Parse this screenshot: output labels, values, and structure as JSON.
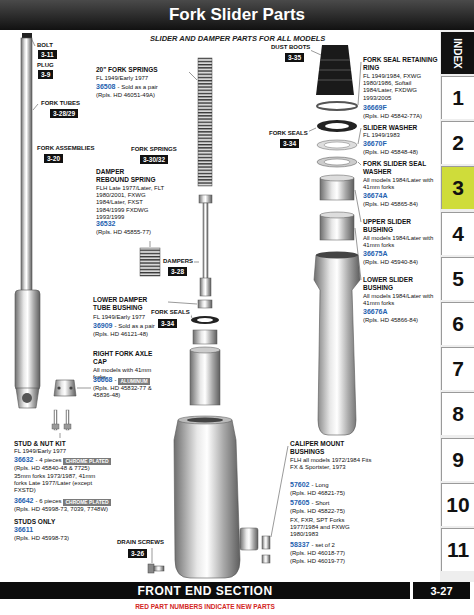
{
  "diagram": {
    "title": "Fork Slider Parts",
    "nodes": [
      {
        "text": [
          "3-11"
        ]
      },
      {
        "text": [
          "3-9"
        ]
      },
      {
        "text": [
          "3-28/29"
        ]
      },
      {
        "text": [
          "3-20"
        ]
      },
      {
        "text": [
          "3-30/32"
        ]
      },
      {
        "text": [
          "3-28"
        ]
      },
      {
        "text": [
          "3-34"
        ]
      },
      {
        "text": [
          "3-26"
        ]
      },
      {
        "text": [
          "3-35"
        ]
      },
      {
        "text": [
          "3-34"
        ]
      },
      {
        "text": [
          "INDEX"
        ]
      },
      {
        "text": [
          "1"
        ]
      },
      {
        "text": [
          "2"
        ]
      },
      {
        "text": [
          "3"
        ]
      },
      {
        "text": [
          "4"
        ]
      },
      {
        "text": [
          "5"
        ]
      },
      {
        "text": [
          "6"
        ]
      },
      {
        "text": [
          "7"
        ]
      },
      {
        "text": [
          "8"
        ]
      },
      {
        "text": [
          "9"
        ]
      },
      {
        "text": [
          "10"
        ]
      },
      {
        "text": [
          "11"
        ]
      },
      {
        "text": [
          "FRONT END SECTION"
        ]
      },
      {
        "text": [
          "3-27"
        ]
      }
    ],
    "labels": [
      "SLIDER AND DAMPER PARTS FOR ALL MODELS",
      "BOLT",
      "PLUG",
      "FORK TUBES",
      "FORK ASSEMBLIES",
      "20\" FORK SPRINGS",
      "FL 1949/Early 1977",
      "36508",
      "- Sold as a pair",
      "(Rpls. HD 46051-49A)",
      "FORK SPRINGS",
      "DAMPER REBOUND SPRING",
      "FLH Late 1977/Later, FLT 1980/2001, FXWG 1984/Later, FXST 1984/1999 FXDWG 1993/1999",
      "36532",
      "(Rpls. HD 45855-77)",
      "DAMPERS",
      "LOWER DAMPER TUBE BUSHING",
      "FL 1949/Early 1977",
      "36909",
      "- Sold as a pair",
      "(Rpls. HD 46121-48)",
      "FORK SEALS",
      "RIGHT FORK AXLE CAP",
      "All models with 41mm forks.",
      "36668",
      "-",
      "ALUMINUM",
      "(Rpls. HD 45832-77 & 45836-48)",
      "STUD & NUT KIT",
      "FL 1949/Early 1977",
      "36632",
      "- 4 pieces",
      "CHROME PLATED",
      "(Rpls. HD 45840-48 & 7725)",
      "35mm forks 1973/1987, 41mm forks Late 1977/Later (except FXSTD)",
      "36642",
      "- 6 pieces",
      "CHROME PLATED",
      "(Rpls. HD 45998-73, 7039, 7748W)",
      "STUDS ONLY",
      "36611",
      "(Rpls. HD 45998-73)",
      "DRAIN SCREWS",
      "DUST BOOTS",
      "FORK SEAL RETAINING RING",
      "FL 1949/1984, FXWG 1980/1986, Softail 1984/Later, FXDWG 1993/2005",
      "36669F",
      "(Rpls. HD 45842-77A)",
      "FORK SEALS",
      "SLIDER WASHER",
      "FL 1949/1983",
      "36670F",
      "(Rpls. HD 45848-48)",
      "FORK SLIDER SEAL WASHER",
      "All models 1984/Later with 41mm forks",
      "36674A",
      "(Rpls. HD 45865-84)",
      "UPPER SLIDER BUSHING",
      "All models 1984/Later with 41mm forks",
      "36675A",
      "(Rpls. HD 45940-84)",
      "LOWER SLIDER BUSHING",
      "All models 1984/Later with 41mm forks",
      "36676A",
      "(Rpls. HD 45866-84)",
      "CALIPER MOUNT BUSHINGS",
      "FLH all models 1972/1984 Fits FX & Sportster, 1973",
      "57602",
      "- Long",
      "(Rpls. HD 46821-75)",
      "57605",
      "- Short",
      "(Rpls. HD 45822-75)",
      "FX, FXR, SPT Forks 1977/1984 and FXWG 1980/1983",
      "58337",
      "- set of 2",
      "(Rpls. HD 46018-77)",
      "(Rpls. HD 46019-77)",
      "RED PART NUMBERS INDICATE NEW PARTS"
    ]
  }
}
